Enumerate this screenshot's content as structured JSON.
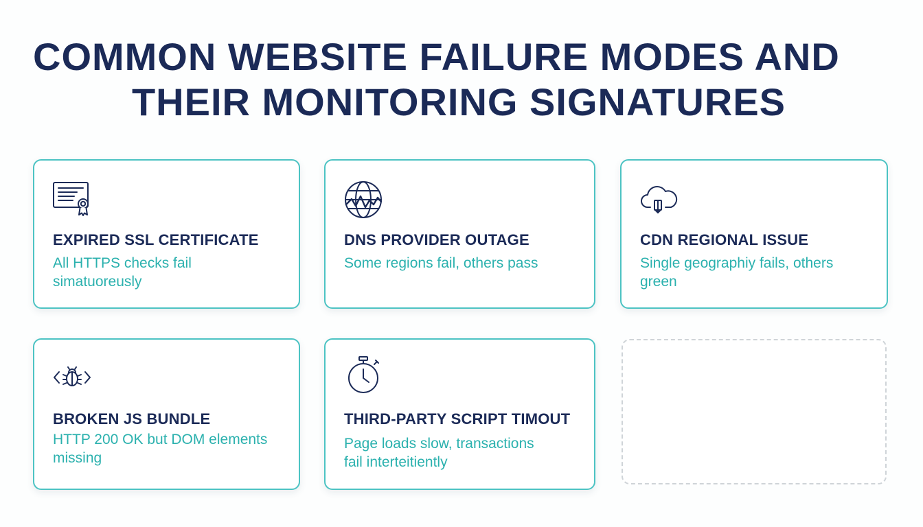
{
  "title": {
    "line1": "COMMON WEBSITE FAILURE MODES AND",
    "line2": "THEIR MONITORING SIGNATURES"
  },
  "colors": {
    "heading": "#1b2a57",
    "accent": "#2bb1ae",
    "card_border": "#4cc3c3",
    "placeholder_border": "#cfd4d8"
  },
  "cards": [
    {
      "icon": "certificate-icon",
      "heading": "EXPIRED SSL CERTIFICATE",
      "description": "All HTTPS checks fail simatuoreusly"
    },
    {
      "icon": "globe-icon",
      "heading": "DNS PROVIDER OUTAGE",
      "description": "Some regions fail, others pass"
    },
    {
      "icon": "cloud-download-icon",
      "heading": "CDN REGIONAL ISSUE",
      "description": "Single geographiy fails, others green"
    },
    {
      "icon": "code-bug-icon",
      "heading": "BROKEN JS BUNDLE",
      "description": "HTTP 200 OK but DOM elements missing"
    },
    {
      "icon": "stopwatch-icon",
      "heading": "THIRD-PARTY SCRIPT TIMOUT",
      "description": "Page loads slow, transactions fail interteitiently"
    }
  ]
}
